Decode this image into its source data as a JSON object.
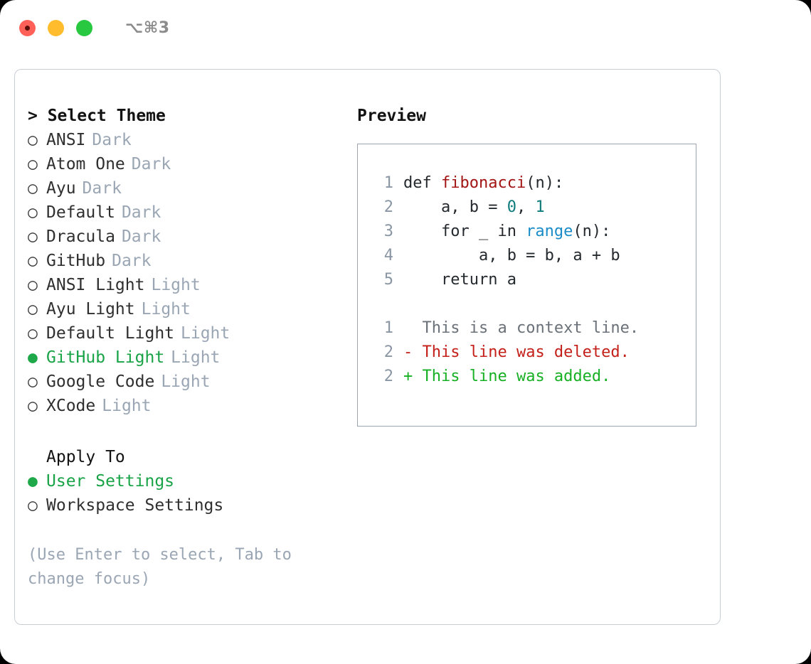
{
  "window": {
    "shortcut": "⌥⌘3",
    "traffic_lights": [
      {
        "name": "close",
        "color": "#ff6159"
      },
      {
        "name": "minimize",
        "color": "#ffbd2e"
      },
      {
        "name": "maximize",
        "color": "#28c840"
      }
    ]
  },
  "theme_picker": {
    "header": "> Select Theme",
    "marker_selected": "●",
    "marker_unselected": "○",
    "accent_color": "#19a347",
    "tag_color": "#9aa6b4",
    "options": [
      {
        "label": "ANSI",
        "tag": "Dark",
        "selected": false
      },
      {
        "label": "Atom One",
        "tag": "Dark",
        "selected": false
      },
      {
        "label": "Ayu",
        "tag": "Dark",
        "selected": false
      },
      {
        "label": "Default",
        "tag": "Dark",
        "selected": false
      },
      {
        "label": "Dracula",
        "tag": "Dark",
        "selected": false
      },
      {
        "label": "GitHub",
        "tag": "Dark",
        "selected": false
      },
      {
        "label": "ANSI Light",
        "tag": "Light",
        "selected": false
      },
      {
        "label": "Ayu Light",
        "tag": "Light",
        "selected": false
      },
      {
        "label": "Default Light",
        "tag": "Light",
        "selected": false
      },
      {
        "label": "GitHub Light",
        "tag": "Light",
        "selected": true
      },
      {
        "label": "Google Code",
        "tag": "Light",
        "selected": false
      },
      {
        "label": "XCode",
        "tag": "Light",
        "selected": false
      }
    ]
  },
  "apply_to": {
    "header": "Apply To",
    "options": [
      {
        "label": "User Settings",
        "selected": true
      },
      {
        "label": "Workspace Settings",
        "selected": false
      }
    ]
  },
  "hint": "(Use Enter to select, Tab to change focus)",
  "preview": {
    "header": "Preview",
    "border_color": "#9aa5b1",
    "code_lines": [
      {
        "lineno": "1",
        "tokens": [
          {
            "text": "def ",
            "type": "plain"
          },
          {
            "text": "fibonacci",
            "type": "function"
          },
          {
            "text": "(n):",
            "type": "plain"
          }
        ]
      },
      {
        "lineno": "2",
        "tokens": [
          {
            "text": "    a, b = ",
            "type": "plain"
          },
          {
            "text": "0",
            "type": "number"
          },
          {
            "text": ", ",
            "type": "plain"
          },
          {
            "text": "1",
            "type": "number"
          }
        ]
      },
      {
        "lineno": "3",
        "tokens": [
          {
            "text": "    for _ in ",
            "type": "plain"
          },
          {
            "text": "range",
            "type": "call"
          },
          {
            "text": "(n):",
            "type": "plain"
          }
        ]
      },
      {
        "lineno": "4",
        "tokens": [
          {
            "text": "        a, b = b, a + b",
            "type": "plain"
          }
        ]
      },
      {
        "lineno": "5",
        "tokens": [
          {
            "text": "    return a",
            "type": "plain"
          }
        ]
      }
    ],
    "diff_lines": [
      {
        "lineno": "1",
        "sign": "  ",
        "text": "This is a context line.",
        "type": "context"
      },
      {
        "lineno": "2",
        "sign": "- ",
        "text": "This line was deleted.",
        "type": "deleted"
      },
      {
        "lineno": "2",
        "sign": "+ ",
        "text": "This line was added.",
        "type": "added"
      }
    ],
    "syntax_colors": {
      "function": "#a31515",
      "number": "#0f7b7b",
      "call": "#1a8cc8",
      "plain": "#24292e",
      "lineno": "#8a96a3",
      "context": "#6b7178",
      "deleted": "#c4201a",
      "added": "#17b024"
    }
  }
}
